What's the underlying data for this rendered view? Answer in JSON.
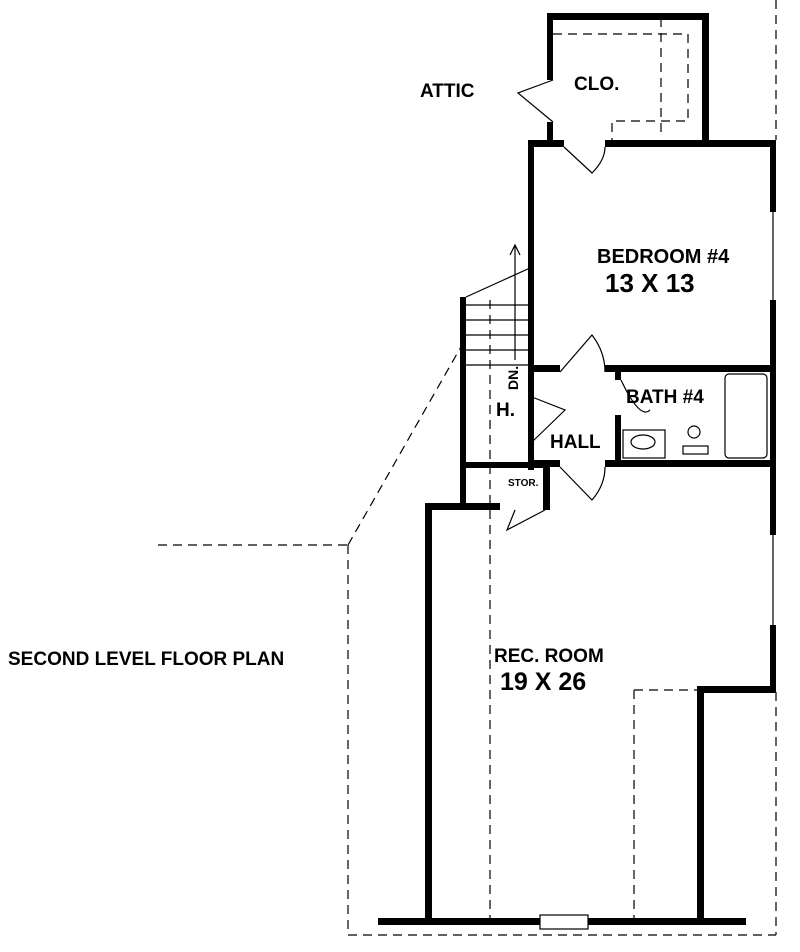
{
  "title": "SECOND LEVEL FLOOR PLAN",
  "rooms": {
    "attic": "ATTIC",
    "closet": "CLO.",
    "bedroom_name": "BEDROOM #4",
    "bedroom_size": "13 X 13",
    "stairs_down": "DN.",
    "hall_closet": "H.",
    "bath": "BATH #4",
    "hall": "HALL",
    "storage": "STOR.",
    "rec_room_name": "REC. ROOM",
    "rec_room_size": "19 X 26"
  },
  "colors": {
    "wall": "#000000",
    "background": "#ffffff"
  }
}
